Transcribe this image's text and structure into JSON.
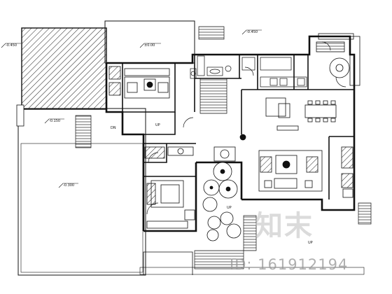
{
  "plan_labels": {
    "lbl_0": "±0.00",
    "lbl_1": "-0.450",
    "lbl_2": "-0.450",
    "lbl_3": "-0.150",
    "lbl_4": "-0.300",
    "lbl_5": "DN",
    "lbl_6": "UP",
    "lbl_7": "UP",
    "lbl_8": "UP"
  },
  "watermark": {
    "logo_text": "知末",
    "id_text": "ID: 161912194"
  }
}
